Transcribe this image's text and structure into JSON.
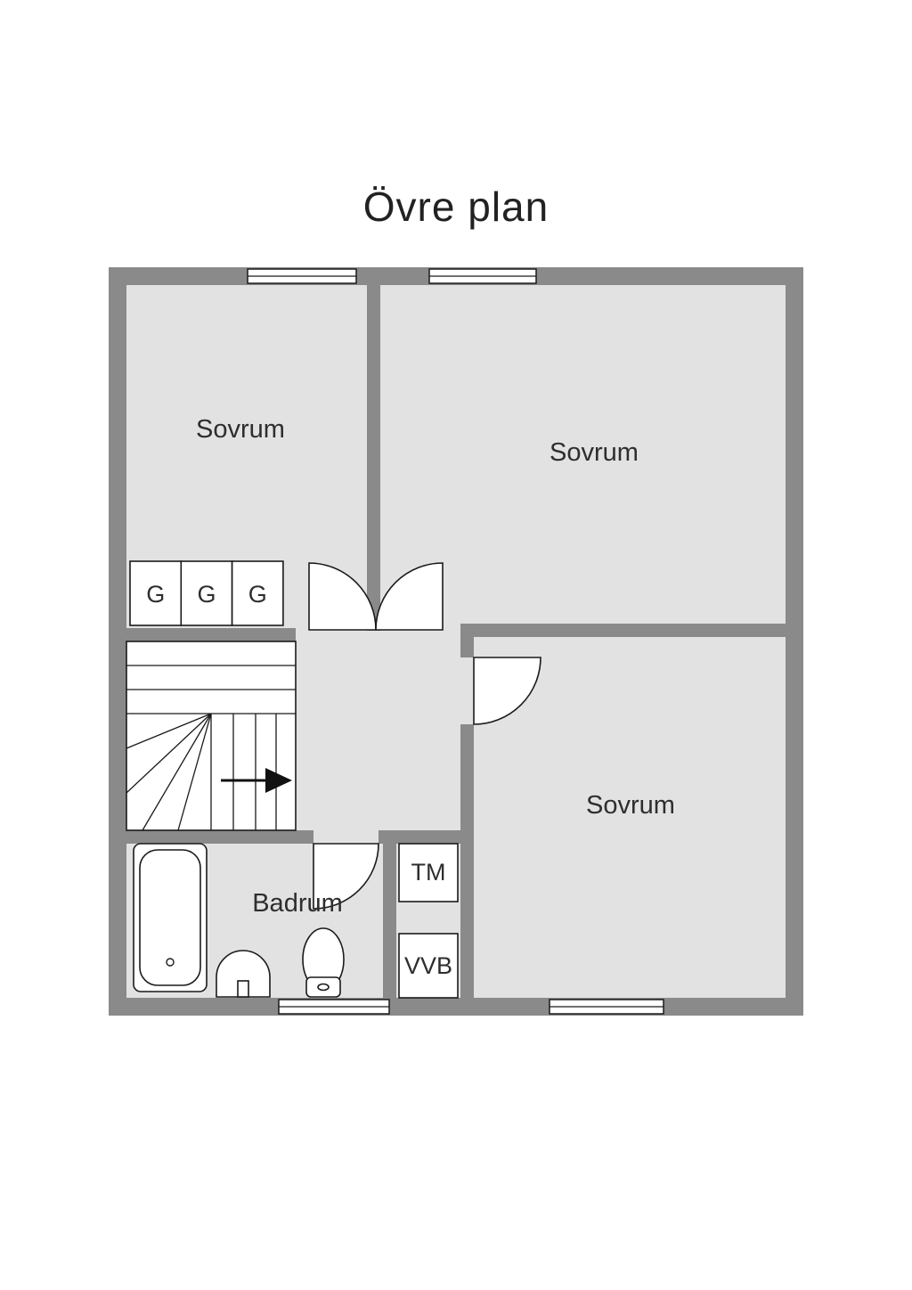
{
  "title": "Övre plan",
  "colors": {
    "wall": "#8a8a8a",
    "floor": "#e2e2e2",
    "outline": "#1a1a1a",
    "label_text": "#2e2e2e"
  },
  "rooms": {
    "bedroom_top_left": {
      "label": "Sovrum"
    },
    "bedroom_top_right": {
      "label": "Sovrum"
    },
    "bedroom_bottom_right": {
      "label": "Sovrum"
    },
    "bathroom": {
      "label": "Badrum"
    }
  },
  "fixtures": {
    "wardrobes": [
      {
        "label": "G"
      },
      {
        "label": "G"
      },
      {
        "label": "G"
      }
    ],
    "washing_machine": {
      "label": "TM"
    },
    "water_heater": {
      "label": "VVB"
    }
  },
  "icons": {
    "staircase": "stair-treads-with-winders",
    "stairs_direction_arrow": "right-arrow",
    "bathtub": "rounded-rect-tub",
    "sink": "half-round-basin",
    "toilet": "oval-bowl-with-tank",
    "door_swing": "quarter-circle-arc",
    "window": "double-line-in-wall"
  }
}
